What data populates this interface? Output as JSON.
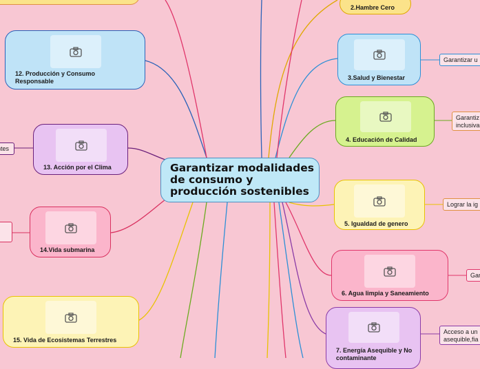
{
  "central": {
    "label": "Garantizar modalidades de consumo y producción sostenibles"
  },
  "nodes": {
    "n2": {
      "label": "2.Hambre Cero",
      "color": "#fbe38a",
      "border": "#e0a800"
    },
    "n3": {
      "label": "3.Salud y Bienestar",
      "color": "#bfe3f7",
      "border": "#2b8fd6"
    },
    "n4": {
      "label": "4. Educación de Calidad",
      "color": "#d6f28f",
      "border": "#6aaa1e"
    },
    "n5": {
      "label": "5. Igualdad de genero",
      "color": "#fdf3b6",
      "border": "#e8c200"
    },
    "n6": {
      "label": "6. Agua limpia y Saneamiento",
      "color": "#fbb5cb",
      "border": "#e0356a"
    },
    "n7": {
      "label": "7. Energía Asequible y No contaminante",
      "color": "#e8c3f2",
      "border": "#8a3aa6"
    },
    "n12": {
      "label": "12. Producción y Consumo Responsable",
      "color": "#bfe3f7",
      "border": "#2a62b8"
    },
    "n13": {
      "label": "13. Acción por el Clima",
      "color": "#e8c3f2",
      "border": "#6a1f7a"
    },
    "n14": {
      "label": "14.Vida submarina",
      "color": "#fbb5cb",
      "border": "#d9305f"
    },
    "n15": {
      "label": "15. Vida  de Ecosistemas Terrestres",
      "color": "#fdf3b6",
      "border": "#e8c200"
    }
  },
  "notes": {
    "n3": "Garantizar u",
    "n4_l1": "Garantiz",
    "n4_l2": "inclusiva",
    "n5": "Lograr la ig",
    "n6": "Gar",
    "n7_l1": "Acceso a un",
    "n7_l2": "asequible,fia",
    "n13": "ntes"
  },
  "icons": {
    "image_placeholder": "camera-icon"
  }
}
